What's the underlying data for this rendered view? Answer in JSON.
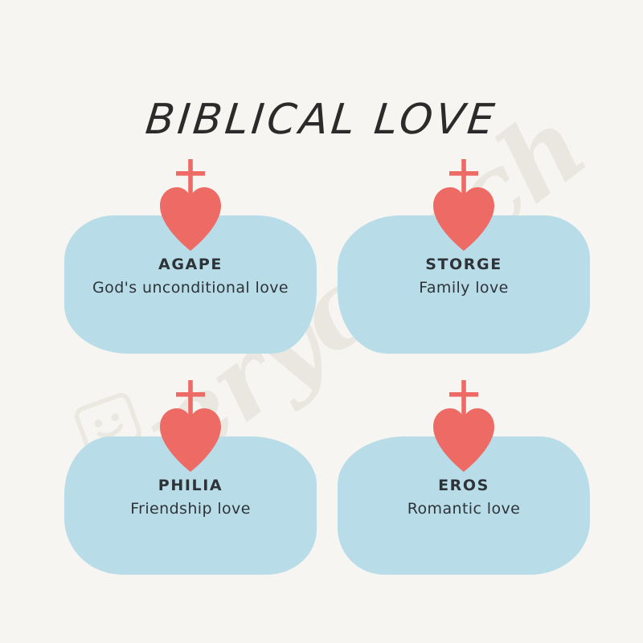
{
  "poster": {
    "title": "BIBLICAL LOVE",
    "background_color": "#f7f5f1",
    "heart_color": "#ee6b65",
    "card_color": "#b8dde8",
    "text_color": "#2e3338"
  },
  "watermark": {
    "text": "everycoach",
    "color": "#e9e6df",
    "logo_icon": "speech-bubble-smiley-icon"
  },
  "cards": [
    {
      "name": "AGAPE",
      "description": "God's unconditional love",
      "icon": "heart-with-cross-icon"
    },
    {
      "name": "STORGE",
      "description": "Family love",
      "icon": "heart-with-cross-icon"
    },
    {
      "name": "PHILIA",
      "description": "Friendship love",
      "icon": "heart-with-cross-icon"
    },
    {
      "name": "EROS",
      "description": "Romantic love",
      "icon": "heart-with-cross-icon"
    }
  ]
}
